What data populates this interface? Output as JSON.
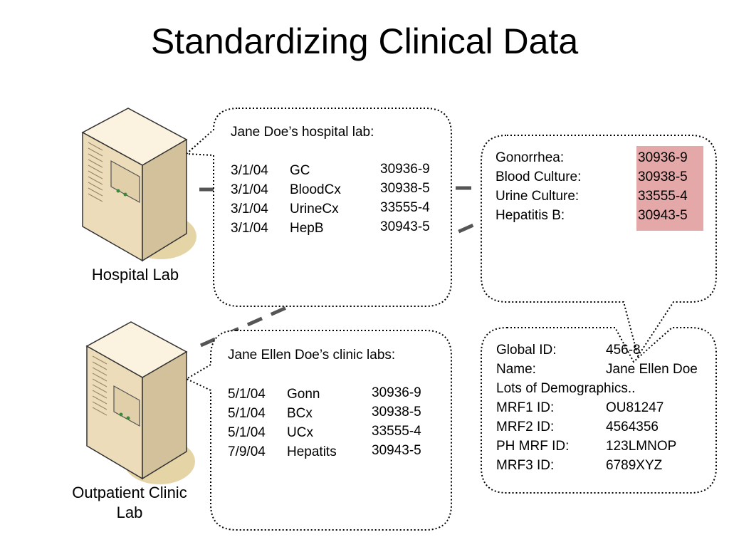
{
  "title": "Standardizing Clinical Data",
  "colors": {
    "highlight": "#e4a8a8",
    "server_body": "#f4e5c6",
    "server_shadow": "#d2c2a0"
  },
  "hospital": {
    "label": "Hospital Lab",
    "header": "Jane Doe’s hospital lab:",
    "rows": [
      {
        "date": "3/1/04",
        "test": "GC",
        "code": "30936-9"
      },
      {
        "date": "3/1/04",
        "test": "BloodCx",
        "code": "30938-5"
      },
      {
        "date": "3/1/04",
        "test": "UrineCx",
        "code": "33555-4"
      },
      {
        "date": "3/1/04",
        "test": "HepB",
        "code": "30943-5"
      }
    ]
  },
  "clinic": {
    "label_line1": "Outpatient Clinic",
    "label_line2": "Lab",
    "header": "Jane Ellen Doe’s clinic labs:",
    "rows": [
      {
        "date": "5/1/04",
        "test": "Gonn",
        "code": "30936-9"
      },
      {
        "date": "5/1/04",
        "test": "BCx",
        "code": "30938-5"
      },
      {
        "date": "5/1/04",
        "test": "UCx",
        "code": "33555-4"
      },
      {
        "date": "7/9/04",
        "test": "Hepatits",
        "code": "30943-5"
      }
    ]
  },
  "standard_codes": [
    {
      "name": "Gonorrhea:",
      "code": "30936-9"
    },
    {
      "name": "Blood Culture:",
      "code": "30938-5"
    },
    {
      "name": "Urine Culture:",
      "code": "33555-4"
    },
    {
      "name": "Hepatitis B:",
      "code": "30943-5"
    }
  ],
  "master_record": [
    {
      "key": "Global ID:",
      "value": "456-8"
    },
    {
      "key": "Name:",
      "value": "Jane Ellen Doe"
    },
    {
      "key": "Lots of Demographics..",
      "value": ""
    },
    {
      "key": "MRF1 ID:",
      "value": "OU81247"
    },
    {
      "key": "MRF2 ID:",
      "value": "4564356"
    },
    {
      "key": "PH MRF ID:",
      "value": "123LMNOP"
    },
    {
      "key": "MRF3 ID:",
      "value": "6789XYZ"
    }
  ]
}
